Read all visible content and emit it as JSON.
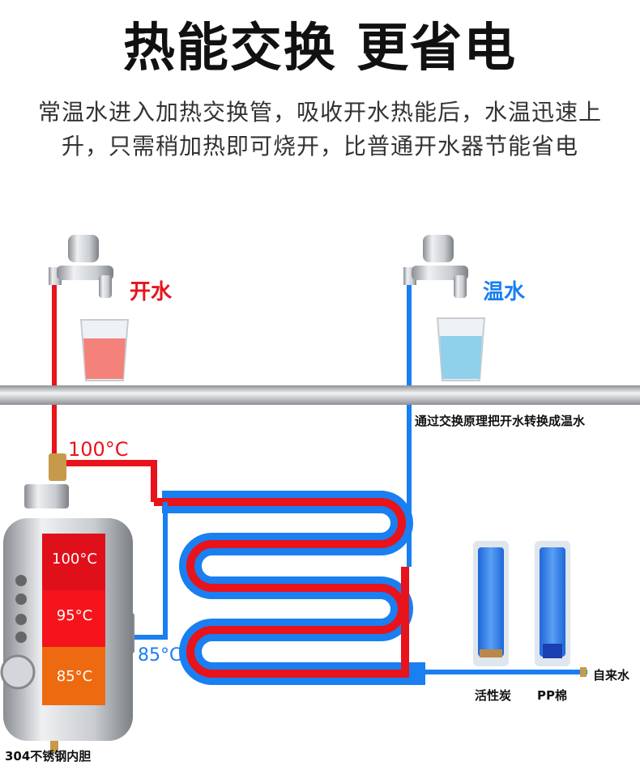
{
  "header": {
    "title": "热能交换 更省电",
    "description": "常温水进入加热交换管，吸收开水热能后，水温迅速上升，只需稍加热即可烧开，比普通开水器节能省电"
  },
  "labels": {
    "boiling_water": "开水",
    "warm_water": "温水",
    "exchange_note": "通过交换原理把开水转换成温水",
    "outlet_temp": "100°C",
    "return_temp": "85°C",
    "tap_water": "自来水",
    "filter_carbon": "活性炭",
    "filter_pp": "PP棉",
    "tank_material": "304不锈钢内胆"
  },
  "tank_zones": [
    {
      "temp": "100°C",
      "color": "#e0101a"
    },
    {
      "temp": "95°C",
      "color": "#f5141c"
    },
    {
      "temp": "85°C",
      "color": "#ee6a10"
    }
  ],
  "colors": {
    "hot": "#e8131b",
    "warm": "#1a7ff0",
    "pipe": "#b9bcc0"
  }
}
